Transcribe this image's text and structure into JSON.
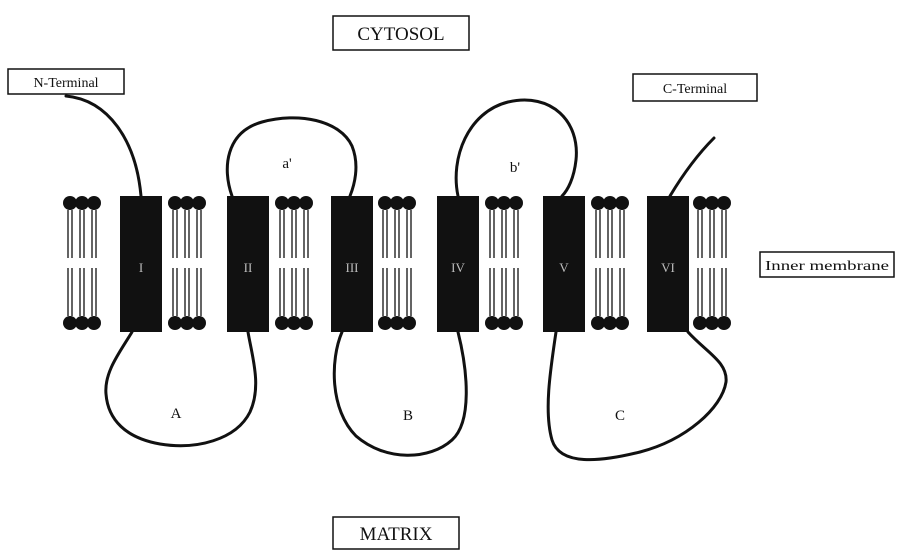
{
  "labels": {
    "cytosol": "CYTOSOL",
    "matrix": "MATRIX",
    "n_terminal": "N-Terminal",
    "c_terminal": "C-Terminal",
    "inner_membrane": "Inner membrane"
  },
  "helices": [
    "I",
    "II",
    "III",
    "IV",
    "V",
    "VI"
  ],
  "cytosolic_loops": [
    "a'",
    "b'"
  ],
  "matrix_loops": [
    "A",
    "B",
    "C"
  ],
  "colors": {
    "ink": "#111111",
    "background": "#ffffff",
    "helix_label": "#bdbdbd"
  }
}
